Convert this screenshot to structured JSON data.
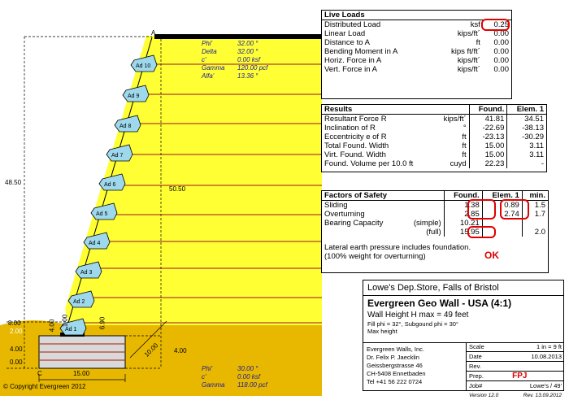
{
  "live_loads": {
    "title": "Live Loads",
    "rows": [
      {
        "label": "Distributed Load",
        "unit": "ksf",
        "value": "0.25"
      },
      {
        "label": "Linear Load",
        "unit": "kips/ft´",
        "value": "0.00"
      },
      {
        "label": "Distance to A",
        "unit": "ft",
        "value": "0.00"
      },
      {
        "label": "Bending Moment in A",
        "unit": "kips ft/ft´",
        "value": "0.00"
      },
      {
        "label": "Horiz. Force in A",
        "unit": "kips/ft´",
        "value": "0.00"
      },
      {
        "label": "Vert. Force in A",
        "unit": "kips/ft´",
        "value": "0.00"
      }
    ]
  },
  "results": {
    "title": "Results",
    "col_found": "Found.",
    "col_elem": "Elem. 1",
    "rows": [
      {
        "label": "Resultant Force R",
        "unit": "kips/ft´",
        "found": "41.81",
        "elem": "34.51"
      },
      {
        "label": "Inclination of R",
        "unit": "°",
        "found": "-22.69",
        "elem": "-38.13"
      },
      {
        "label": "Eccentricity e of R",
        "unit": "ft",
        "found": "-23.13",
        "elem": "-30.29"
      },
      {
        "label": "Total Found. Width",
        "unit": "ft",
        "found": "15.00",
        "elem": "3.11"
      },
      {
        "label": "Virt. Found. Width",
        "unit": "ft",
        "found": "15.00",
        "elem": "3.11"
      },
      {
        "label": "Found. Volume per 10.0 ft",
        "unit": "cuyd",
        "found": "22.23",
        "elem": "-"
      }
    ]
  },
  "safety": {
    "title": "Factors of Safety",
    "col_found": "Found.",
    "col_elem": "Elem. 1",
    "col_min": "min.",
    "rows": [
      {
        "label": "Sliding",
        "sub": "",
        "found": "1.38",
        "elem": "0.89",
        "min": "1.5"
      },
      {
        "label": "Overturning",
        "sub": "",
        "found": "2.85",
        "elem": "2.74",
        "min": "1.7"
      },
      {
        "label": "Bearing Capacity",
        "sub": "(simple)",
        "found": "10.21",
        "elem": "",
        "min": ""
      },
      {
        "label": "",
        "sub": "(full)",
        "found": "15.95",
        "elem": "",
        "min": "2.0"
      }
    ],
    "note_line1": "Lateral earth pressure includes foundation.",
    "note_line2": "(100% weight for overturning)",
    "ok_label": "OK"
  },
  "title_block": {
    "client": "Lowe's  Dep.Store, Falls of Bristol",
    "project": "Evergreen Geo Wall - USA (4:1)",
    "wall_height": "Wall Height H max = 49 feet",
    "fill_info": "Fill phi = 32°, Subgound phi = 30°",
    "max_height": "Max height",
    "company": [
      "Evergreen Walls, Inc.",
      "Dr. Felix P. Jaecklin",
      "Geissbergstrasse 46",
      "CH-5408 Ennetbaden",
      "Tel  +41 56 222 0724"
    ],
    "scale_label": "Scale",
    "scale_value": "1 in = 9 ft",
    "date_label": "Date",
    "date_value": "10.08.2013",
    "rev_label": "Rev.",
    "rev_value": "",
    "prep_label": "Prep.",
    "prep_value": "FPJ",
    "job_label": "Job#",
    "job_value": "Lowe's / 49'",
    "version": "Version 12.0",
    "rev_date": "Rev. 13.09.2012"
  },
  "drawing": {
    "point_a": "A",
    "point_c": "C",
    "dim_height": "48.50",
    "dim_slope": "50.50",
    "dim_8": "8.00",
    "dim_2": "2.00",
    "dim_4": "4.00",
    "dim_0": "0.00",
    "dim_15": "15.00",
    "dim_10": "10.00",
    "dim_4b": "4.00",
    "dim_4c": "4.00",
    "dim_100": "1.00",
    "dim_690": "6.90",
    "copyright": "© Copyright Evergreen 2012",
    "blocks": [
      "Ad  1",
      "Ad  2",
      "Ad  3",
      "Ad  4",
      "Ad  5",
      "Ad  6",
      "Ad  7",
      "Ad  8",
      "Ad  9",
      "Ad  10"
    ],
    "fill_props": [
      {
        "k": "Phi'",
        "v": "32.00 °"
      },
      {
        "k": "Delta",
        "v": "32.00 °"
      },
      {
        "k": "c'",
        "v": "0.00 ksf"
      },
      {
        "k": "Gamma",
        "v": "120.00 pcf"
      },
      {
        "k": "Alfa'",
        "v": "13.36 °"
      }
    ],
    "subsoil_props": [
      {
        "k": "Phi'",
        "v": "30.00 °"
      },
      {
        "k": "c'",
        "v": "0.00 ksf"
      },
      {
        "k": "Gamma",
        "v": "118.00 pcf"
      }
    ]
  },
  "colors": {
    "fill": "#ffff33",
    "subsoil": "#e8b800",
    "block": "#9ed8ec",
    "highlight": "#e00000"
  }
}
